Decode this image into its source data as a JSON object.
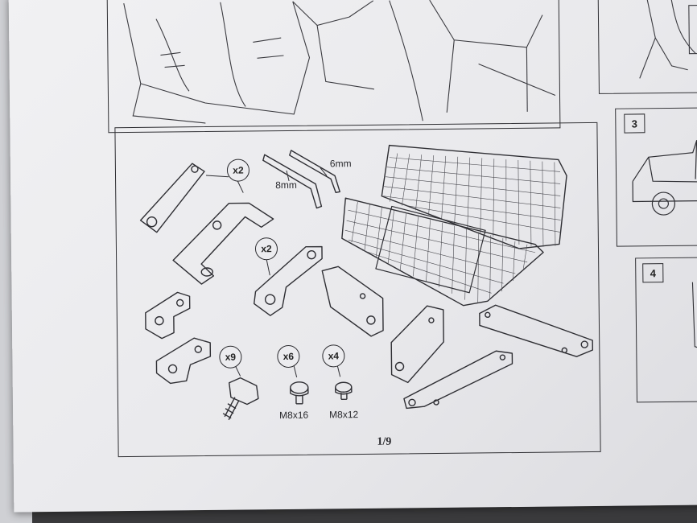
{
  "main_panel": {
    "hex_keys": [
      {
        "size_label": "8mm"
      },
      {
        "size_label": "6mm"
      }
    ],
    "quantities": {
      "rail_bracket": "x2",
      "mount_bracket": "x2",
      "knob_screw": "x9",
      "bolt_m8x16": "x6",
      "bolt_m8x12": "x4"
    },
    "bolt_labels": {
      "m8x16": "M8x16",
      "m8x12": "M8x12"
    }
  },
  "side_steps": {
    "step_3": "3",
    "step_4": "4"
  },
  "footer": {
    "page_number": "1/9"
  },
  "colors": {
    "paper": "#ececef",
    "ink": "#2a2a2e",
    "background": "#3a3a3c"
  }
}
